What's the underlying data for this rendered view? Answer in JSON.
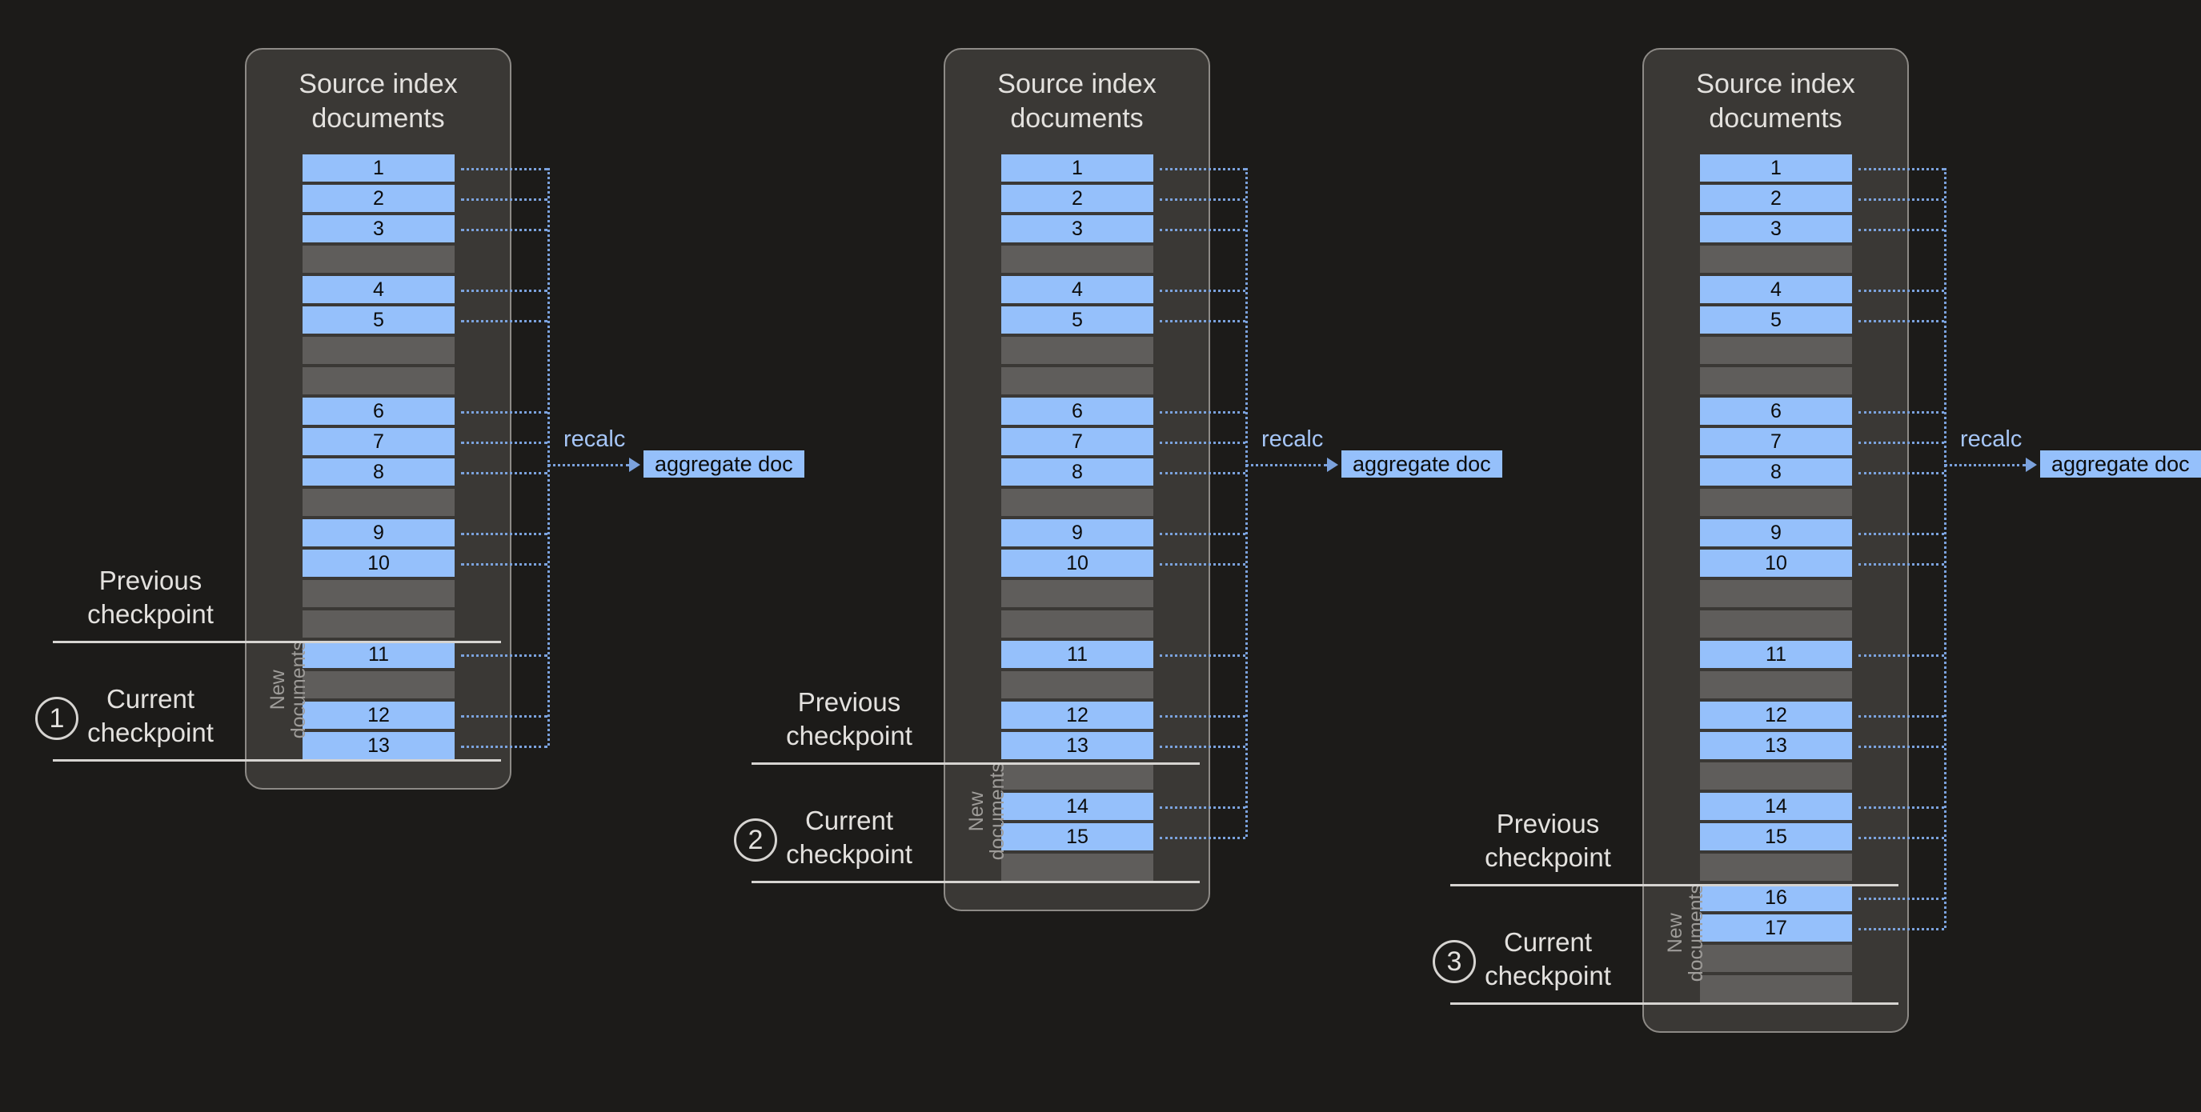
{
  "page": {
    "background": "#1c1b19",
    "panel_background": "#3a3835",
    "row_filled_color": "#95c0fb",
    "row_empty_color": "#5f5d5b",
    "connector_color": "#7ba2dd",
    "rule_color": "#d6d4d1"
  },
  "panel_title": "Source index\ndocuments",
  "newdocs_label": "New\ndocuments",
  "recalc_label": "recalc",
  "aggregate_label": "aggregate doc",
  "previous_checkpoint_label": "Previous\ncheckpoint",
  "current_checkpoint_label": "Current\ncheckpoint",
  "stages": [
    {
      "badge": "1",
      "title": "Source index\ndocuments",
      "rows": [
        "1",
        "2",
        "3",
        "",
        "4",
        "5",
        "",
        "",
        "6",
        "7",
        "8",
        "",
        "9",
        "10",
        "",
        "",
        "11",
        "",
        "12",
        "13"
      ],
      "new_documents_start_index": 16,
      "previous_checkpoint": "Previous\ncheckpoint",
      "current_checkpoint": "Current\ncheckpoint",
      "recalc": "recalc",
      "aggregate": "aggregate doc"
    },
    {
      "badge": "2",
      "title": "Source index\ndocuments",
      "rows": [
        "1",
        "2",
        "3",
        "",
        "4",
        "5",
        "",
        "",
        "6",
        "7",
        "8",
        "",
        "9",
        "10",
        "",
        "",
        "11",
        "",
        "12",
        "13",
        "",
        "14",
        "15",
        ""
      ],
      "new_documents_start_index": 20,
      "previous_checkpoint": "Previous\ncheckpoint",
      "current_checkpoint": "Current\ncheckpoint",
      "recalc": "recalc",
      "aggregate": "aggregate doc"
    },
    {
      "badge": "3",
      "title": "Source index\ndocuments",
      "rows": [
        "1",
        "2",
        "3",
        "",
        "4",
        "5",
        "",
        "",
        "6",
        "7",
        "8",
        "",
        "9",
        "10",
        "",
        "",
        "11",
        "",
        "12",
        "13",
        "",
        "14",
        "15",
        "",
        "16",
        "17",
        "",
        ""
      ],
      "new_documents_start_index": 24,
      "previous_checkpoint": "Previous\ncheckpoint",
      "current_checkpoint": "Current\ncheckpoint",
      "recalc": "recalc",
      "aggregate": "aggregate doc"
    }
  ]
}
